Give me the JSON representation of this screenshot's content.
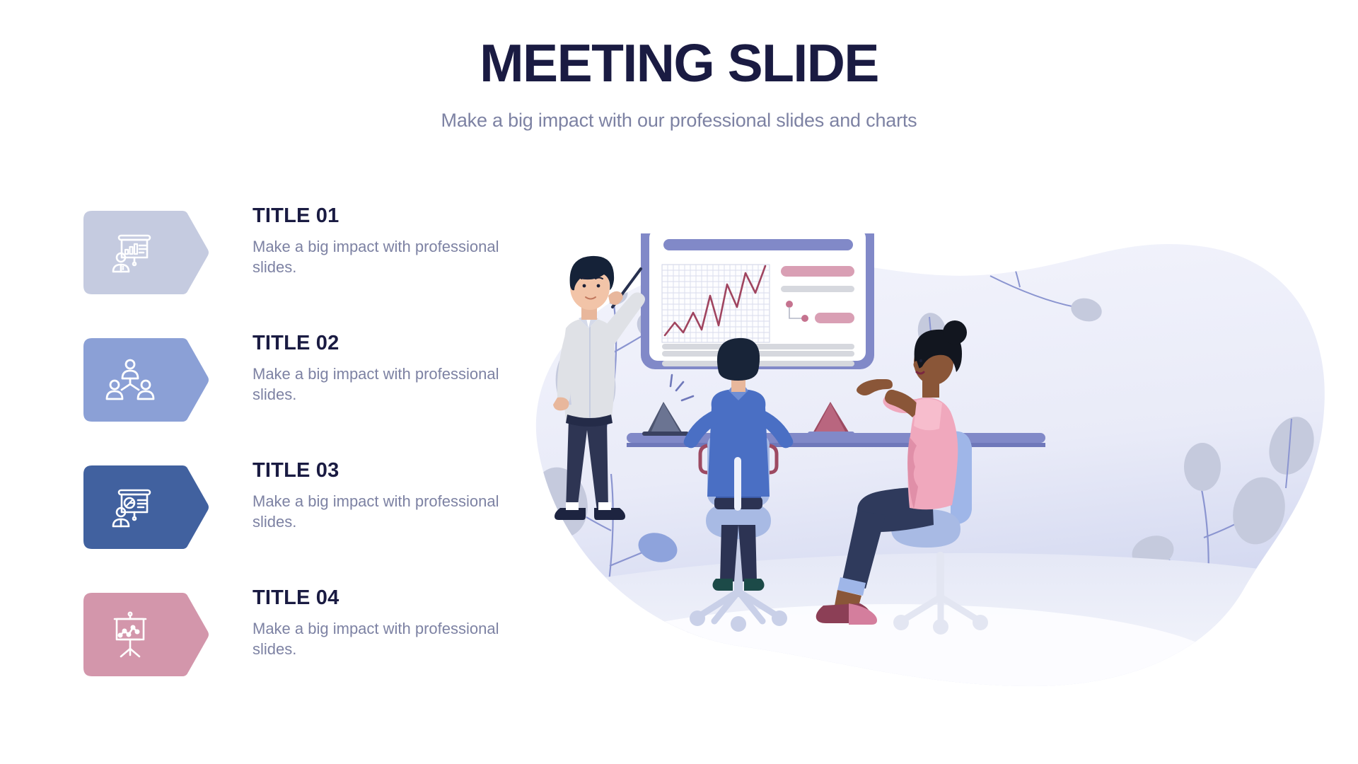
{
  "header": {
    "title": "MEETING SLIDE",
    "subtitle": "Make a big impact with our professional slides and charts"
  },
  "features": [
    {
      "title": "TITLE 01",
      "desc": "Make a big impact with professional slides.",
      "icon": "presentation-bar-chart-icon",
      "color": "#c5cbe0"
    },
    {
      "title": "TITLE 02",
      "desc": "Make a big impact with professional slides.",
      "icon": "team-hierarchy-icon",
      "color": "#8ba0d6"
    },
    {
      "title": "TITLE 03",
      "desc": "Make a big impact with professional slides.",
      "icon": "presentation-pie-chart-icon",
      "color": "#41619f"
    },
    {
      "title": "TITLE 04",
      "desc": "Make a big impact with professional slides.",
      "icon": "easel-line-chart-icon",
      "color": "#d396ab"
    }
  ],
  "illustration": {
    "name": "business-meeting-presentation-illustration",
    "scene_elements": [
      "presenter-standing-with-pointer",
      "whiteboard-screen-with-line-chart",
      "seated-colleague-back-view",
      "seated-colleague-gesturing",
      "office-desk-with-laptops",
      "decorative-plants"
    ],
    "chart_line_color": "#a0445f",
    "accent_pink": "#d99fb4",
    "accent_blue": "#8189c8",
    "blob_color": "#eceefa"
  },
  "colors": {
    "title_navy": "#1a1b42",
    "body_gray": "#7d82a3",
    "background": "#ffffff"
  }
}
